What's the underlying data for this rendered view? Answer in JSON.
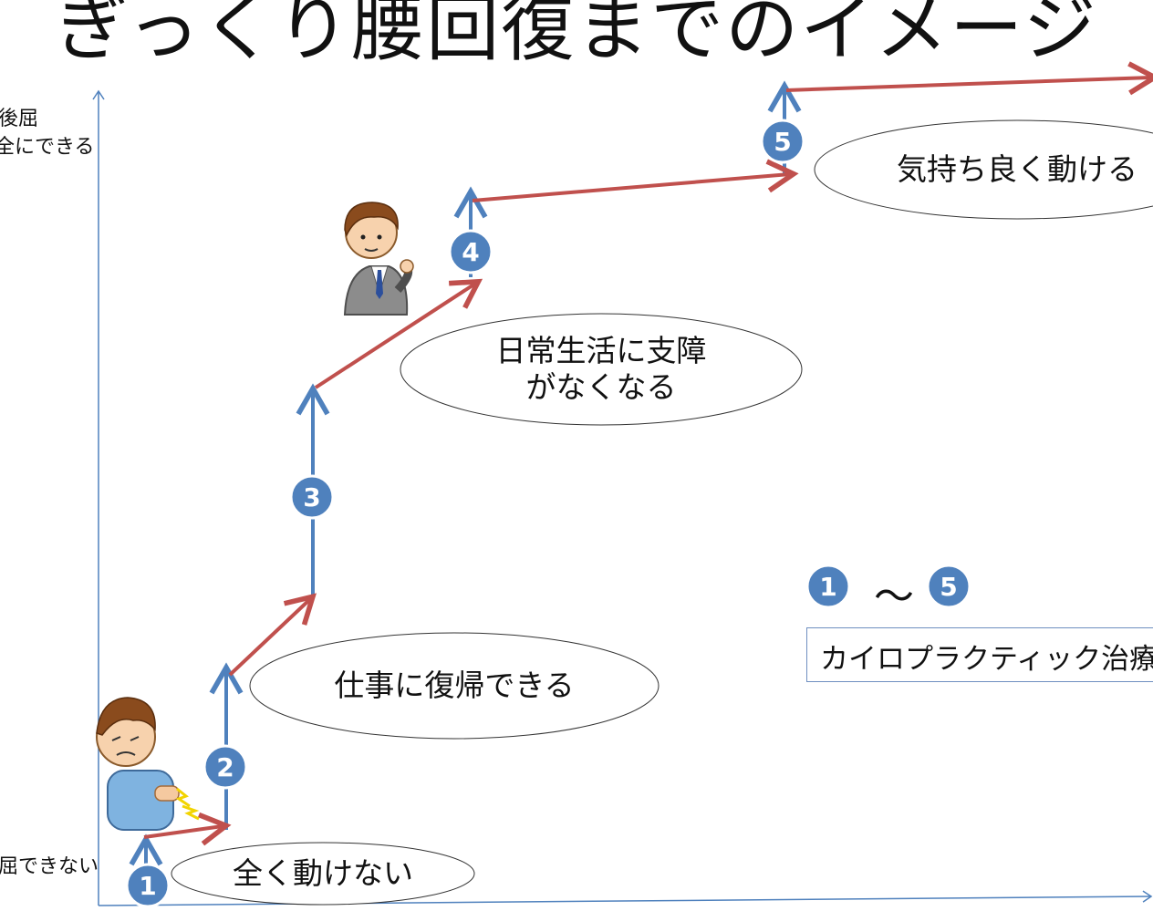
{
  "title": "ぎっくり腰回復までのイメージ",
  "y_axis": {
    "top_label_line1": "後屈",
    "top_label_line2": "全にできる",
    "bottom_label": "屈できない"
  },
  "stages": [
    {
      "number": "1",
      "label": "全く動けない"
    },
    {
      "number": "2",
      "label": "仕事に復帰できる"
    },
    {
      "number": "3",
      "label_line1": "日常生活に支障",
      "label_line2": "がなくなる"
    },
    {
      "number": "4",
      "label": ""
    },
    {
      "number": "5",
      "label": "気持ち良く動ける"
    }
  ],
  "legend": {
    "from": "1",
    "tilde": "～",
    "to": "5",
    "text": "カイロプラクティック治療"
  },
  "colors": {
    "blue_arrow": "#4f81bd",
    "red_arrow": "#c0504d",
    "badge_fill": "#4f81bd",
    "axis": "#4f81bd"
  },
  "icons": [
    "man-with-back-pain-icon",
    "businessman-fist-pump-icon"
  ]
}
